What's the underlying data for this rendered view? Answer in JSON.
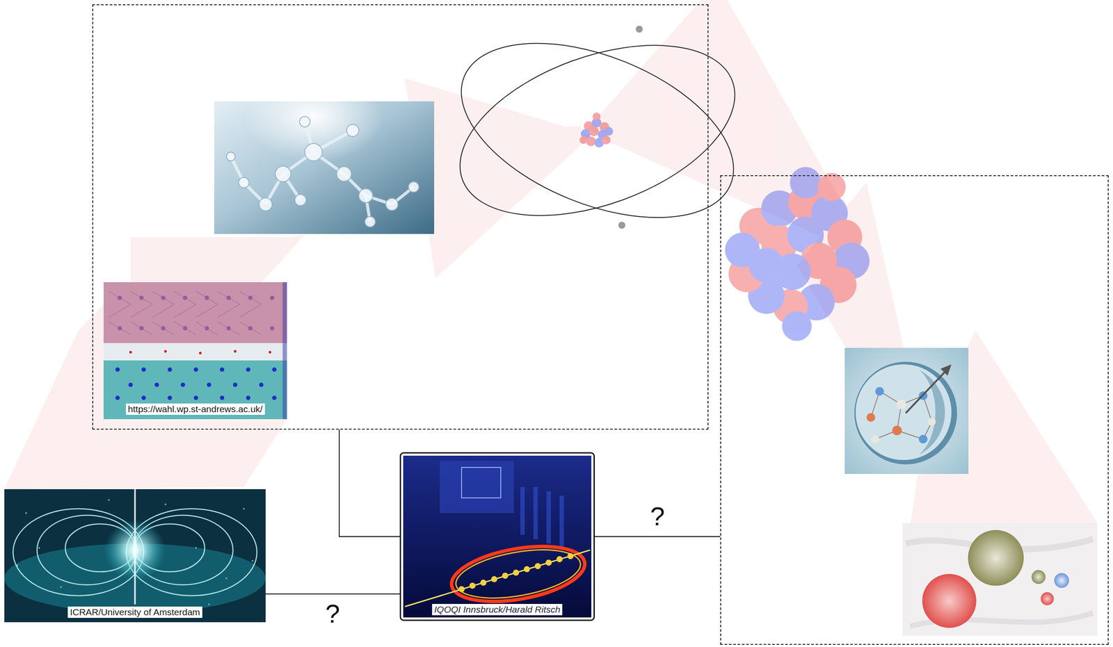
{
  "diagram": {
    "nodes": [
      {
        "text": []
      },
      {
        "text": [
          "https://wahl.wp.st-andrews.ac.uk/"
        ],
        "in": 0
      },
      {
        "text": [
          "ICRAR/University of Amsterdam"
        ]
      },
      {
        "text": [
          "IQOQI Innsbruck/Harald Ritsch"
        ]
      },
      {
        "text": []
      }
    ],
    "edges": [
      {
        "from": 0,
        "to": 3,
        "arrow": "none"
      },
      {
        "from": 3,
        "to": 4,
        "label": "?",
        "arrow": "none"
      },
      {
        "from": 2,
        "to": 3,
        "label": "?",
        "arrow": "none"
      }
    ]
  }
}
